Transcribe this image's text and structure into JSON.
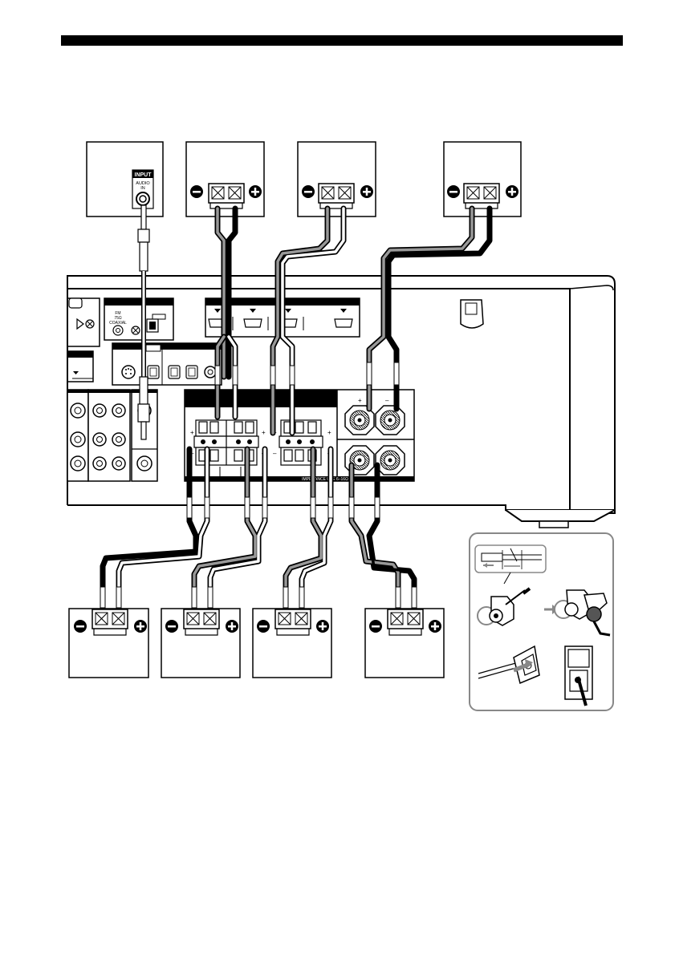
{
  "sub_input": {
    "label": "INPUT",
    "sublabel_1": "AUDIO",
    "sublabel_2": "IN"
  },
  "receiver": {
    "coaxial_line_1": "FM",
    "coaxial_line_2": "75Ω",
    "coaxial_line_3": "COAXIAL"
  },
  "terminals": {
    "plus": "+",
    "minus": "–",
    "impedance_note": "IMPEDANCE USE 6–16Ω"
  },
  "colors": {
    "line": "#000000",
    "cable_outer": "#000000",
    "cable_inner_gray": "#999999",
    "panel_gray": "#d9d9d9",
    "inset_border": "#888888",
    "header_bar": "#000000"
  }
}
